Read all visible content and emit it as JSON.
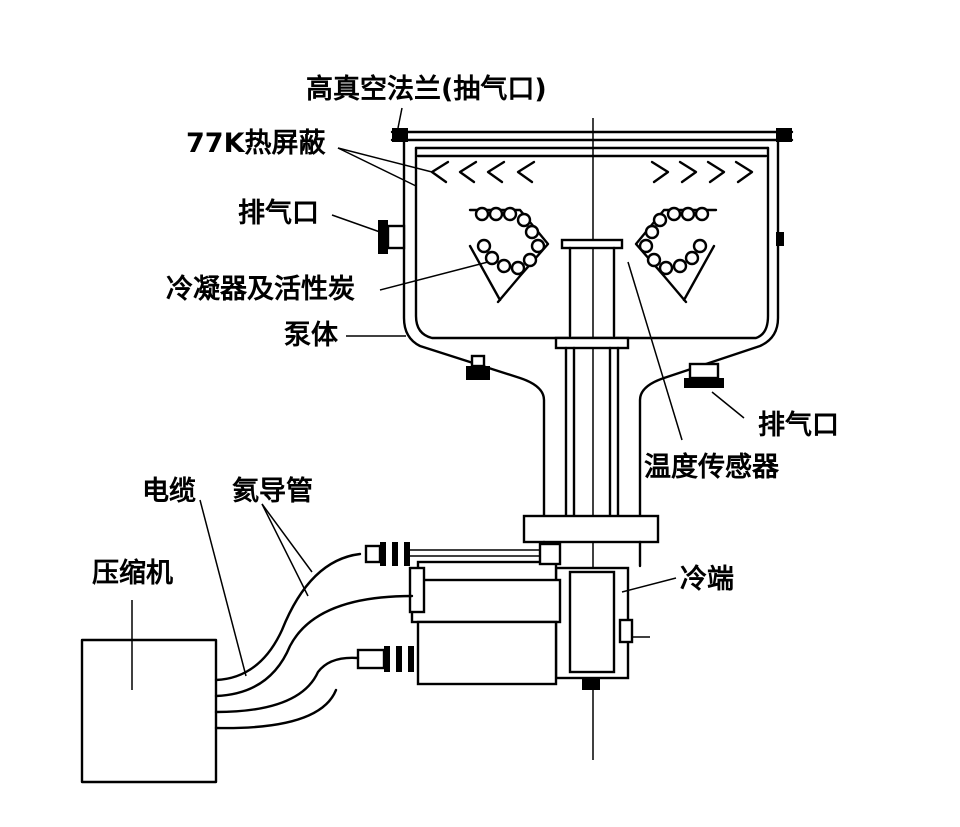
{
  "labels": {
    "flange": "高真空法兰(抽气口)",
    "shield": "77K热屏蔽",
    "exhaust_left": "排气口",
    "condenser": "冷凝器及活性炭",
    "pump_body": "泵体",
    "exhaust_right": "排气口",
    "temp_sensor": "温度传感器",
    "cable": "电缆",
    "helium_line": "氦导管",
    "compressor": "压缩机",
    "cold_head": "冷端"
  }
}
